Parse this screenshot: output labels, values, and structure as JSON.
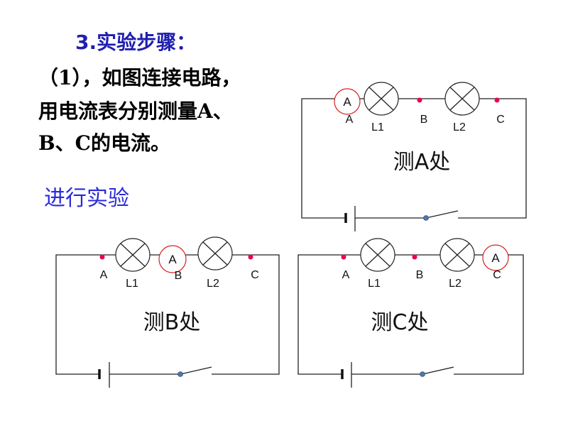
{
  "heading": "3.实验步骤：",
  "instructions": [
    "（1），如图连接电路，",
    "用电流表分别测量A、",
    "B、C的电流。"
  ],
  "action_link": "进行实验",
  "colors": {
    "heading": "#1f1fb0",
    "link": "#2a2ad8",
    "point": "#e8005a",
    "ammeter": "#d42020",
    "switch_pivot": "#4a78b0"
  },
  "circuits": [
    {
      "caption": "测A处",
      "ammeter_symbol": "A",
      "labels": {
        "a": "A",
        "l1": "L1",
        "b": "B",
        "l2": "L2",
        "c": "C"
      }
    },
    {
      "caption": "测B处",
      "ammeter_symbol": "A",
      "labels": {
        "a": "A",
        "l1": "L1",
        "b": "B",
        "l2": "L2",
        "c": "C"
      }
    },
    {
      "caption": "测C处",
      "ammeter_symbol": "A",
      "labels": {
        "a": "A",
        "l1": "L1",
        "b": "B",
        "l2": "L2",
        "c": "C"
      }
    }
  ]
}
